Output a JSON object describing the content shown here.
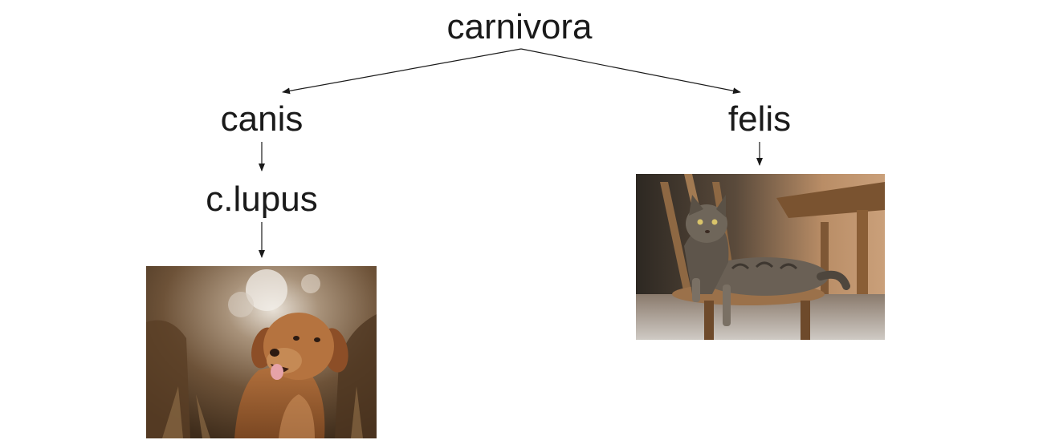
{
  "tree": {
    "root": {
      "label": "carnivora"
    },
    "children": [
      {
        "label": "canis",
        "child": {
          "label": "c.lupus",
          "image": "dog-photo"
        }
      },
      {
        "label": "felis",
        "image": "cat-photo"
      }
    ]
  },
  "colors": {
    "text": "#1a1a1a",
    "edge": "#1a1a1a",
    "background": "#ffffff"
  }
}
